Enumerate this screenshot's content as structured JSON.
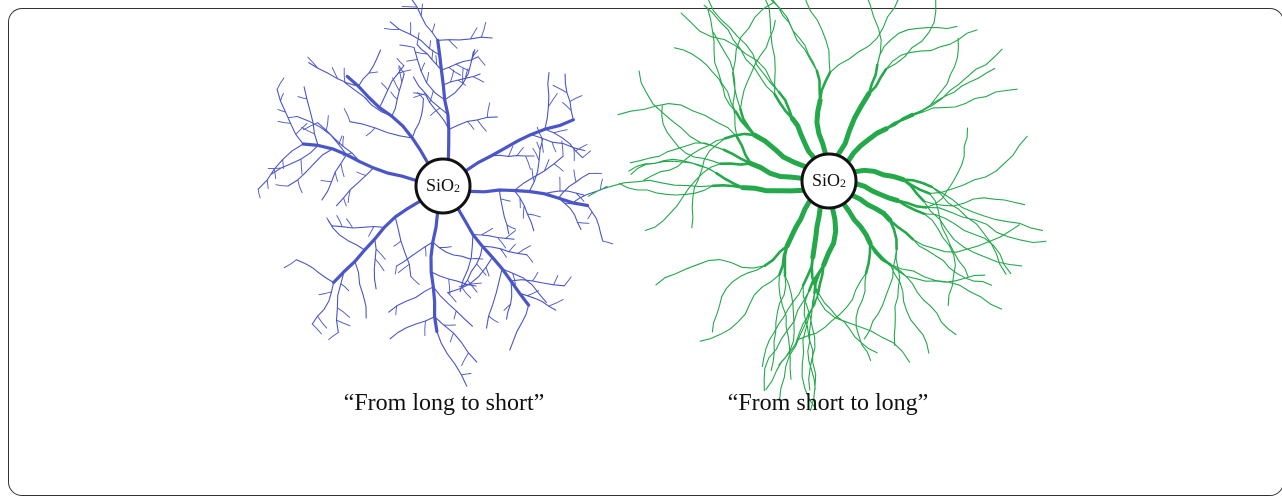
{
  "figure": {
    "left_panel": {
      "core_label": "SiO",
      "core_subscript": "2",
      "caption": "“From long to short”",
      "branch_color": "#4a55c8",
      "arm_count": 8
    },
    "right_panel": {
      "core_label": "SiO",
      "core_subscript": "2",
      "caption": "“From short to long”",
      "branch_color": "#23a84a",
      "arm_count": 14
    }
  }
}
